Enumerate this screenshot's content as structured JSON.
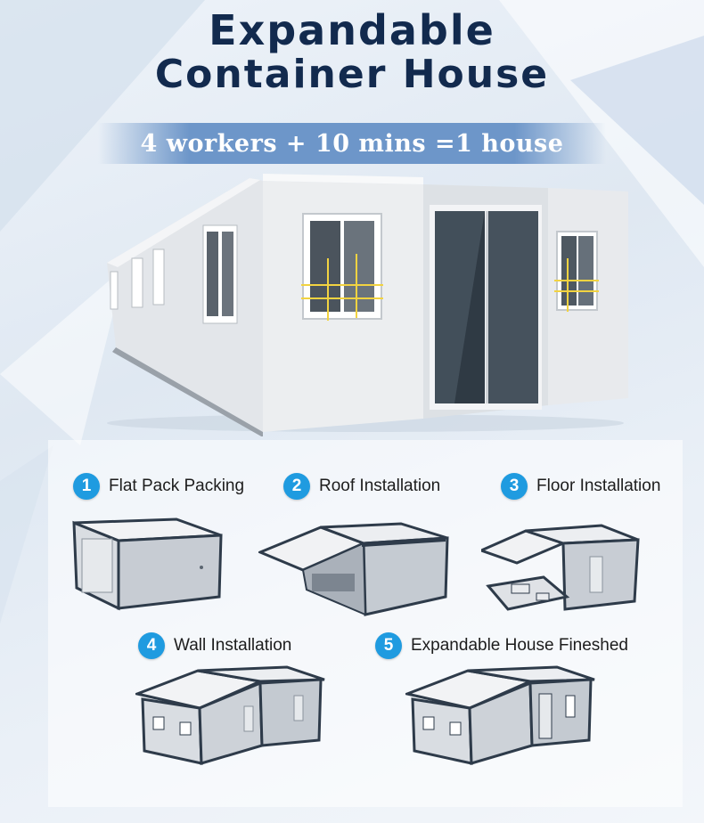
{
  "title": {
    "line1": "Expandable",
    "line2": "Container House"
  },
  "tagline": "4 workers + 10 mins =1 house",
  "steps": [
    {
      "number": "1",
      "label": "Flat Pack Packing"
    },
    {
      "number": "2",
      "label": "Roof Installation"
    },
    {
      "number": "3",
      "label": "Floor Installation"
    },
    {
      "number": "4",
      "label": "Wall Installation"
    },
    {
      "number": "5",
      "label": "Expandable House Fineshed"
    }
  ],
  "colors": {
    "title": "#122a4e",
    "banner": "#6d96c9",
    "step_badge": "#1f9be0",
    "background": "#e4ecf5"
  }
}
